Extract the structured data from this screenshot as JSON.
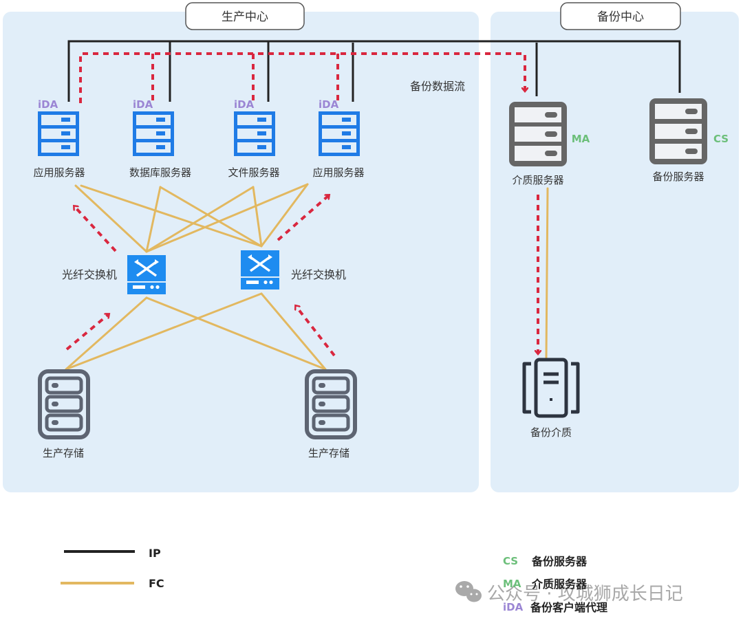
{
  "zones": {
    "production": {
      "title": "生产中心"
    },
    "backup": {
      "title": "备份中心"
    }
  },
  "flow_label": "备份数据流",
  "production_servers": [
    {
      "label": "应用服务器",
      "tag": "iDA"
    },
    {
      "label": "数据库服务器",
      "tag": "iDA"
    },
    {
      "label": "文件服务器",
      "tag": "iDA"
    },
    {
      "label": "应用服务器",
      "tag": "iDA"
    }
  ],
  "switches": [
    {
      "label": "光纤交换机"
    },
    {
      "label": "光纤交换机"
    }
  ],
  "storages": [
    {
      "label": "生产存储"
    },
    {
      "label": "生产存储"
    }
  ],
  "backup_nodes": {
    "media_server": {
      "label": "介质服务器",
      "tag": "MA"
    },
    "backup_server": {
      "label": "备份服务器",
      "tag": "CS"
    },
    "backup_media": {
      "label": "备份介质"
    }
  },
  "legend": {
    "lines": [
      {
        "label": "IP",
        "color": "#222222"
      },
      {
        "label": "FC",
        "color": "#e2b860"
      }
    ],
    "roles": [
      {
        "abbr": "CS",
        "label": "备份服务器",
        "color": "#6cbf7a"
      },
      {
        "abbr": "MA",
        "label": "介质服务器",
        "color": "#6cbf7a"
      },
      {
        "abbr": "iDA",
        "label": "备份客户端代理",
        "color": "#9b86d4"
      }
    ]
  },
  "watermark": "公众号 · 攻城狮成长日记",
  "colors": {
    "zone_bg": "#e1eef9",
    "ip_line": "#222222",
    "fc_line": "#e2b860",
    "flow_arrow": "#d9273f",
    "prod_server": "#1f7be6",
    "switch": "#1e8cf0",
    "gray_server": "#666666",
    "storage": "#5d6472",
    "media": "#2d3440"
  }
}
